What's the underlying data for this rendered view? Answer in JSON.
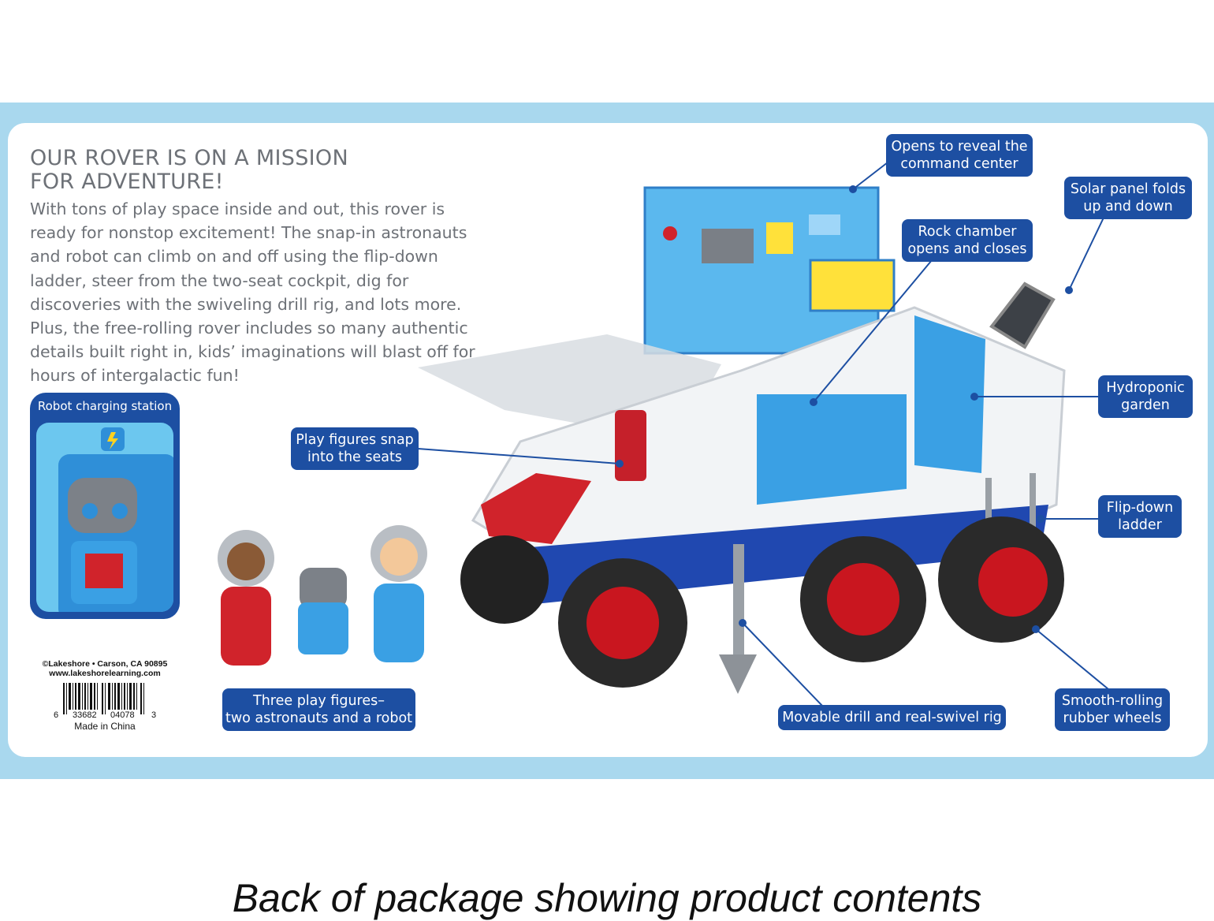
{
  "heading": {
    "line1": "OUR ROVER IS ON A MISSION",
    "line2": "FOR ADVENTURE!"
  },
  "description": "With tons of play space inside and out, this rover is ready for nonstop excitement! The snap-in astronauts and robot can climb on and off using the flip-down ladder, steer from the two-seat cockpit, dig for discoveries with the swiveling drill rig, and lots more. Plus, the free-rolling rover includes so many authentic details built right in, kids’ imaginations will blast off for hours of intergalactic fun!",
  "charging_station": {
    "label": "Robot charging station"
  },
  "callouts": {
    "command_center": {
      "line1": "Opens to reveal the",
      "line2": "command center"
    },
    "solar_panel": {
      "line1": "Solar panel folds",
      "line2": "up and down"
    },
    "rock_chamber": {
      "line1": "Rock chamber",
      "line2": "opens and closes"
    },
    "hydroponic": {
      "line1": "Hydroponic",
      "line2": "garden"
    },
    "seats": {
      "line1": "Play figures snap",
      "line2": "into the seats"
    },
    "ladder": {
      "line1": "Flip-down",
      "line2": "ladder"
    },
    "figures": {
      "line1": "Three play figures–",
      "line2": "two astronauts and a robot"
    },
    "drill": {
      "line1": "Movable drill and real-swivel rig"
    },
    "wheels": {
      "line1": "Smooth-rolling",
      "line2": "rubber wheels"
    }
  },
  "legal": {
    "copyright": "©Lakeshore • Carson, CA 90895",
    "website": "www.lakeshorelearning.com",
    "barcode_left": "6",
    "barcode_mid1": "33682",
    "barcode_mid2": "04078",
    "barcode_right": "3",
    "made_in": "Made in China"
  },
  "caption": "Back of package showing product contents",
  "colors": {
    "band": "#a9d8ee",
    "callout": "#1d4fa2",
    "text_gray": "#6d7177",
    "rover_red": "#d0232b",
    "rover_blue": "#2f8fd8"
  }
}
